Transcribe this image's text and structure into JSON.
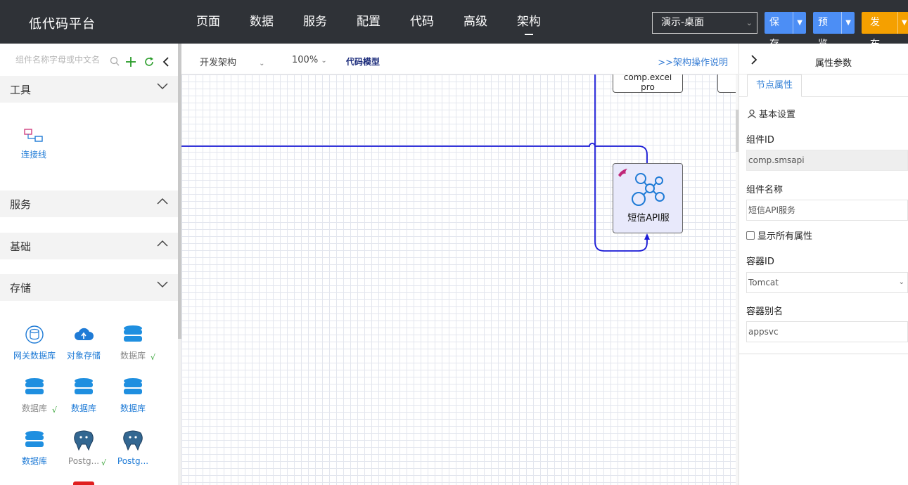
{
  "app": {
    "title": "低代码平台"
  },
  "nav": [
    {
      "label": "页面"
    },
    {
      "label": "数据"
    },
    {
      "label": "服务"
    },
    {
      "label": "配置"
    },
    {
      "label": "代码"
    },
    {
      "label": "高级"
    },
    {
      "label": "架构"
    }
  ],
  "header": {
    "scene": "演示-桌面",
    "save": "保存",
    "preview": "预览",
    "publish": "发布"
  },
  "sidebar": {
    "search_placeholder": "组件名称字母或中文名",
    "sections": {
      "tools": "工具",
      "services": "服务",
      "basic": "基础",
      "storage": "存储"
    },
    "tool_items": [
      {
        "label": "连接线"
      }
    ],
    "storage_items": [
      {
        "label": "网关数据库"
      },
      {
        "label": "对象存储"
      },
      {
        "label": "数据库"
      },
      {
        "label": "数据库"
      },
      {
        "label": "数据库"
      },
      {
        "label": "数据库"
      },
      {
        "label": "数据库"
      },
      {
        "label": "Postg..."
      },
      {
        "label": "Postg..."
      }
    ],
    "check_mark": "√"
  },
  "canvas_toolbar": {
    "mode": "开发架构",
    "zoom": "100%",
    "model": "代码模型",
    "help": ">>架构操作说明"
  },
  "canvas": {
    "nodes": {
      "excel": {
        "line1": "comp.excel",
        "line2": "pro"
      },
      "sms": {
        "label": "短信API服"
      }
    }
  },
  "panel": {
    "title": "属性参数",
    "tab": "节点属性",
    "section": "基本设置",
    "fields": {
      "comp_id_label": "组件ID",
      "comp_id_value": "comp.smsapi",
      "comp_name_label": "组件名称",
      "comp_name_value": "短信API服务",
      "show_all": "显示所有属性",
      "container_id_label": "容器ID",
      "container_id_value": "Tomcat",
      "container_alias_label": "容器别名",
      "container_alias_value": "appsvc"
    }
  },
  "colors": {
    "topbar": "#2f3237",
    "accent": "#4c8ef5",
    "publish": "#f5a000",
    "link": "#1f7bd6",
    "edge": "#1a1ad6"
  }
}
